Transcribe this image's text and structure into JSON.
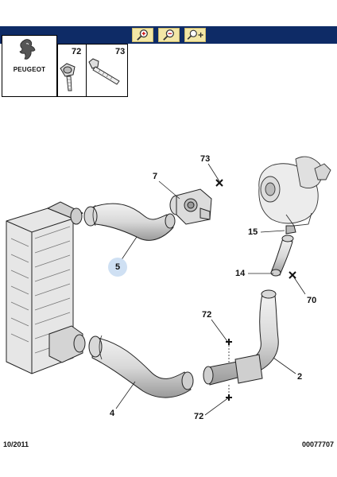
{
  "brand": {
    "name": "PEUGEOT"
  },
  "toolbar": {
    "buttons": [
      {
        "icon": "zoom-in-icon"
      },
      {
        "icon": "zoom-out-icon"
      },
      {
        "icon": "zoom-move-icon"
      }
    ],
    "background": "#0e2b66",
    "button_color": "#f3e7a6"
  },
  "parts_header": {
    "part_a": "72",
    "part_b": "73"
  },
  "callouts": {
    "c7": "7",
    "c73": "73",
    "c5": "5",
    "c15": "15",
    "c14": "14",
    "c70": "70",
    "c72a": "72",
    "c2": "2",
    "c4": "4",
    "c72b": "72"
  },
  "footer": {
    "date": "10/2011",
    "reference": "00077707"
  },
  "colors": {
    "highlight_badge": "#cfe0f3",
    "line": "#222222"
  }
}
